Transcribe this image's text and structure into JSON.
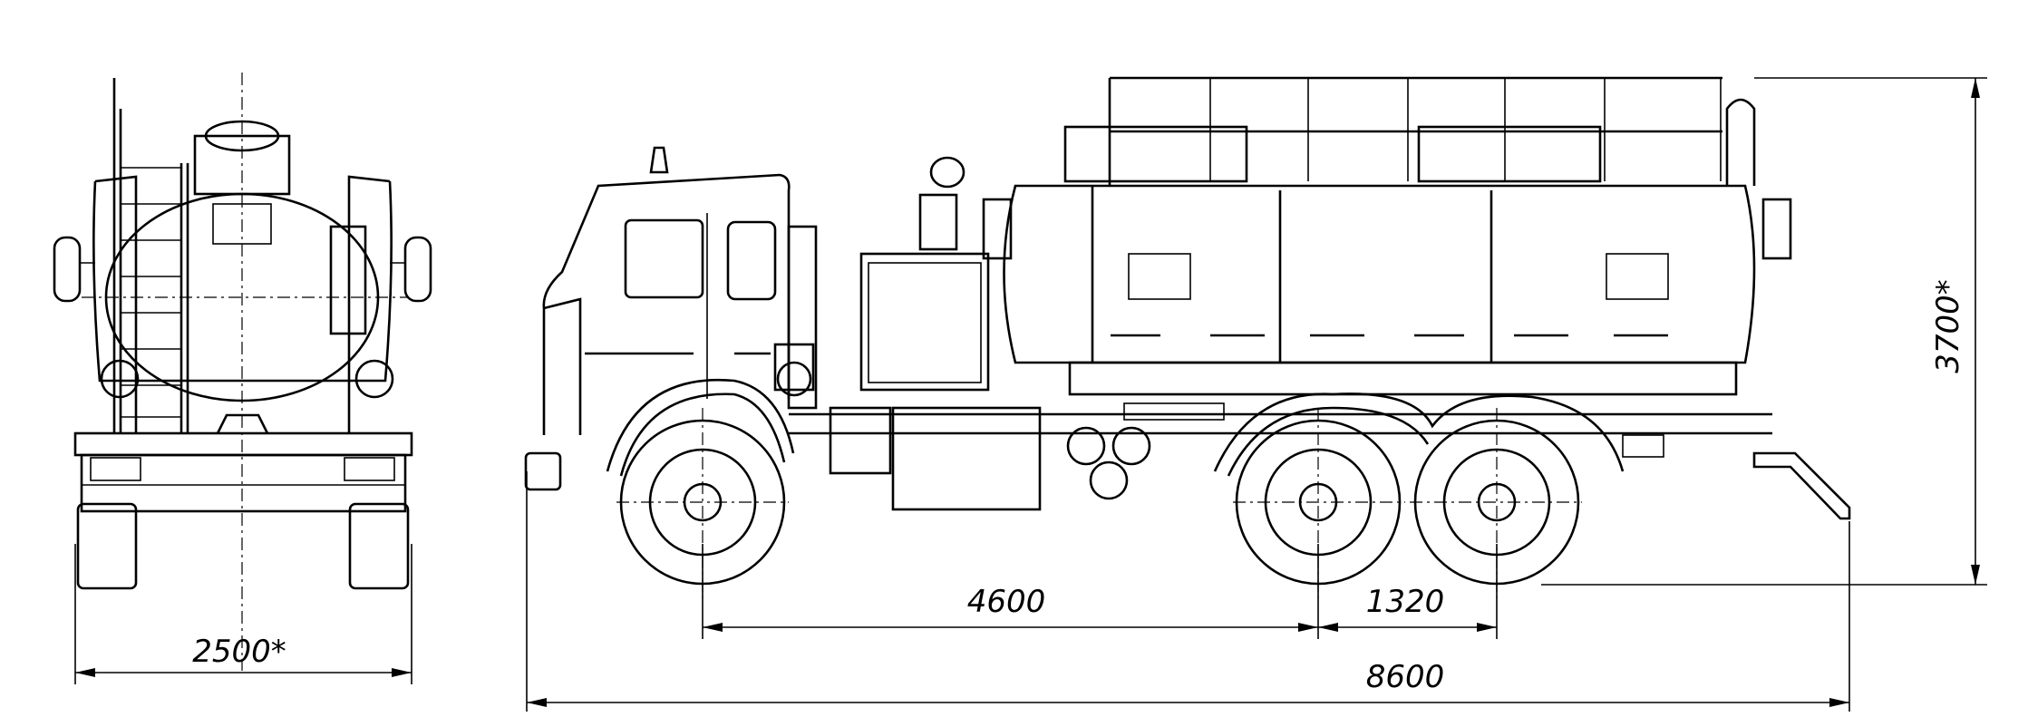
{
  "drawing": {
    "views": [
      "front-view",
      "side-view"
    ],
    "dimensions": {
      "width": "2500*",
      "wheelbase_front_to_rear": "4600",
      "rear_axle_spacing": "1320",
      "overall_length": "8600",
      "overall_height": "3700*"
    }
  }
}
